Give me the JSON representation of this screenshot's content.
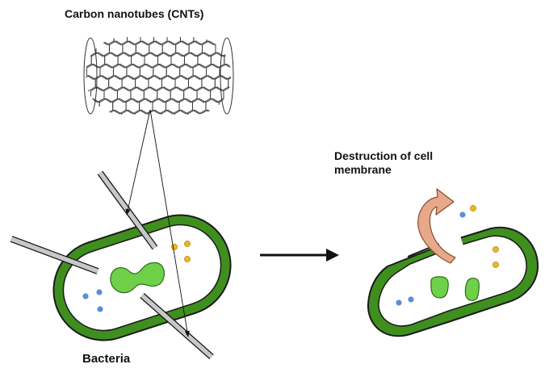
{
  "labels": {
    "cnt_title": "Carbon nanotubes (CNTs)",
    "destruction_title": "Destruction of cell membrane",
    "bacteria_label": "Bacteria"
  },
  "colors": {
    "membrane_outer": "#3f8f1f",
    "membrane_outline": "#1a1a1a",
    "cytoplasm": "#ffffff",
    "nucleoid": "#6fd04a",
    "ion_blue": "#5b8fd6",
    "ion_yellow": "#f2b51f",
    "nanotube_fill": "#c8c8c8",
    "leak_arrow": "#e8a88a"
  },
  "icons": {
    "nanotube": "cnt-lattice-icon",
    "process_arrow": "right-arrow-icon",
    "leak_arrow": "curved-up-arrow-icon"
  }
}
